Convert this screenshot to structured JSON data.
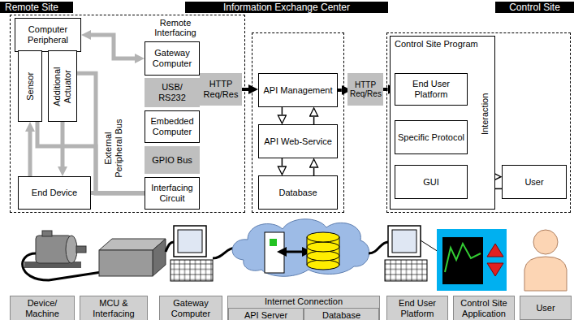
{
  "diagram": {
    "nodes": [
      {
        "text": [
          "Remote Site"
        ]
      },
      {
        "text": [
          "Computer Peripheral"
        ],
        "in": 0
      },
      {
        "text": [
          "Gateway Computer"
        ],
        "in": 0
      },
      {
        "text": [
          "USB/ RS232"
        ],
        "in": 0
      },
      {
        "text": [
          "Embedded Computer"
        ],
        "in": 0
      },
      {
        "text": [
          "GPIO Bus"
        ],
        "in": 0
      },
      {
        "text": [
          "Interfacing Circuit"
        ],
        "in": 0
      },
      {
        "text": [
          "Sensor"
        ],
        "in": 0
      },
      {
        "text": [
          "Additional Actuator"
        ],
        "in": 0
      },
      {
        "text": [
          "End Device"
        ],
        "in": 0
      },
      {
        "text": [
          "HTTP Req/Res"
        ],
        "in": 0
      },
      {
        "text": [
          "Information Exchange Center"
        ]
      },
      {
        "text": [
          "API Management"
        ],
        "in": 11
      },
      {
        "text": [
          "API Web-Service"
        ],
        "in": 11
      },
      {
        "text": [
          "Database"
        ],
        "in": 11
      },
      {
        "text": [
          "HTTP Req/Res"
        ]
      },
      {
        "text": [
          "Control Site"
        ]
      },
      {
        "text": [
          "Control Site Program"
        ],
        "in": 16
      },
      {
        "text": [
          "End User Platform"
        ],
        "in": 17
      },
      {
        "text": [
          "Specific Protocol"
        ],
        "in": 17
      },
      {
        "text": [
          "GUI"
        ],
        "in": 17
      },
      {
        "text": [
          "User"
        ],
        "in": 16
      },
      {
        "text": [
          "Device/ Machine"
        ]
      },
      {
        "text": [
          "MCU & Interfacing"
        ]
      },
      {
        "text": [
          "Gateway Computer"
        ]
      },
      {
        "text": [
          "Internet Connection"
        ]
      },
      {
        "text": [
          "API Server"
        ],
        "in": 25
      },
      {
        "text": [
          "Database"
        ],
        "in": 25
      },
      {
        "text": [
          "End User Platform"
        ]
      },
      {
        "text": [
          "Control Site Application"
        ]
      },
      {
        "text": [
          "User"
        ]
      }
    ],
    "edges": [
      {
        "from": 1,
        "to": 2,
        "arrow": "both"
      },
      {
        "from": 9,
        "to": 7,
        "arrow": "to"
      },
      {
        "from": 8,
        "to": 9,
        "arrow": "to"
      },
      {
        "from": 7,
        "to": 6,
        "arrow": "none"
      },
      {
        "from": 8,
        "to": 6,
        "arrow": "none"
      },
      {
        "from": 9,
        "to": 6,
        "arrow": "none"
      },
      {
        "from": 10,
        "to": 12,
        "arrow": "to"
      },
      {
        "from": 12,
        "to": 15,
        "arrow": "to"
      },
      {
        "from": 12,
        "to": 13,
        "arrow": "to"
      },
      {
        "from": 13,
        "to": 12,
        "arrow": "to"
      },
      {
        "from": 13,
        "to": 14,
        "arrow": "to"
      },
      {
        "from": 14,
        "to": 13,
        "arrow": "to"
      },
      {
        "from": 15,
        "to": 18,
        "arrow": "to"
      },
      {
        "from": 20,
        "to": 21,
        "arrow": "to"
      },
      {
        "from": 21,
        "to": 20,
        "arrow": "to"
      }
    ],
    "labels": [
      "Remote Interfacing",
      "External Peripheral Bus",
      "Interaction"
    ]
  }
}
